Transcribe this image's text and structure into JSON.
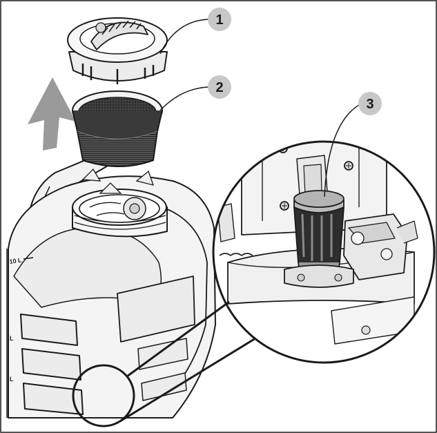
{
  "callouts": [
    {
      "id": "1",
      "label": "1"
    },
    {
      "id": "2",
      "label": "2"
    },
    {
      "id": "3",
      "label": "3"
    }
  ],
  "tank_scale_marks": [
    "10 L",
    "L",
    "L"
  ],
  "colors": {
    "callout_fill": "#c8c8c8",
    "line": "#1a1a1a",
    "arrow": "#9a9a9a",
    "tank": "#f4f4f4",
    "filter_top": "#b4b4b4"
  }
}
